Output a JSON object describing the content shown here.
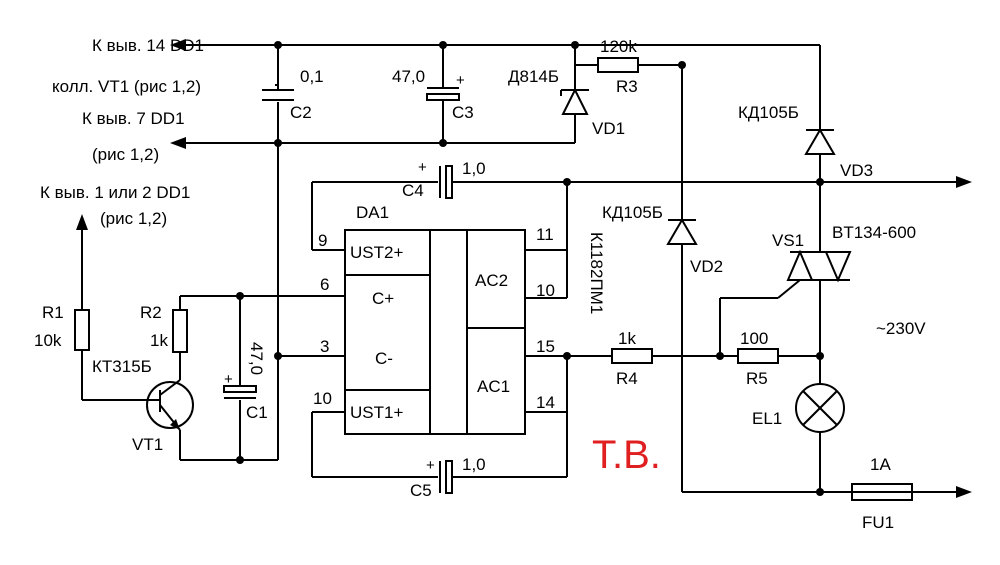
{
  "labels": {
    "ext_pin14": "К выв. 14 DD1",
    "ext_vt1_coll": "колл. VT1 (рис 1,2)",
    "ext_pin7": "К выв. 7 DD1",
    "ext_pin7_ref": "(рис 1,2)",
    "ext_pin1_2": "К выв. 1 или 2 DD1",
    "ext_pin1_2_ref": "(рис 1,2)",
    "c2_value": "0,1",
    "c2_ref": "C2",
    "c3_value": "47,0",
    "c3_ref": "C3",
    "c3_plus": "+",
    "vd1_type": "Д814Б",
    "vd1_ref": "VD1",
    "r3_value": "120k",
    "r3_ref": "R3",
    "vd3_type": "КД105Б",
    "vd3_ref": "VD3",
    "c4_value": "1,0",
    "c4_ref": "C4",
    "c4_plus": "+",
    "da1_ref": "DA1",
    "da1_type": "К1182ПМ1",
    "vd2_type": "КД105Б",
    "vd2_ref": "VD2",
    "vs1_ref": "VS1",
    "vs1_type": "BT134-600",
    "pin9": "9",
    "pin11": "11",
    "pin6": "6",
    "pin10_right": "10",
    "pin3": "3",
    "pin15": "15",
    "pin10_left": "10",
    "pin14": "14",
    "ust2": "UST2+",
    "cplus": "C+",
    "cminus": "C-",
    "ust1": "UST1+",
    "ac2": "AC2",
    "ac1": "AC1",
    "r1_ref": "R1",
    "r1_value": "10k",
    "r2_ref": "R2",
    "r2_value": "1k",
    "vt1_type": "КТ315Б",
    "vt1_ref": "VT1",
    "c1_value": "47,0",
    "c1_ref": "C1",
    "c1_plus": "+",
    "r4_value": "1k",
    "r4_ref": "R4",
    "r5_value": "100",
    "r5_ref": "R5",
    "mains": "~230V",
    "el1_ref": "EL1",
    "fu1_value": "1A",
    "fu1_ref": "FU1",
    "c5_value": "1,0",
    "c5_ref": "C5",
    "c5_plus": "+",
    "author_mark": "Т.В."
  }
}
